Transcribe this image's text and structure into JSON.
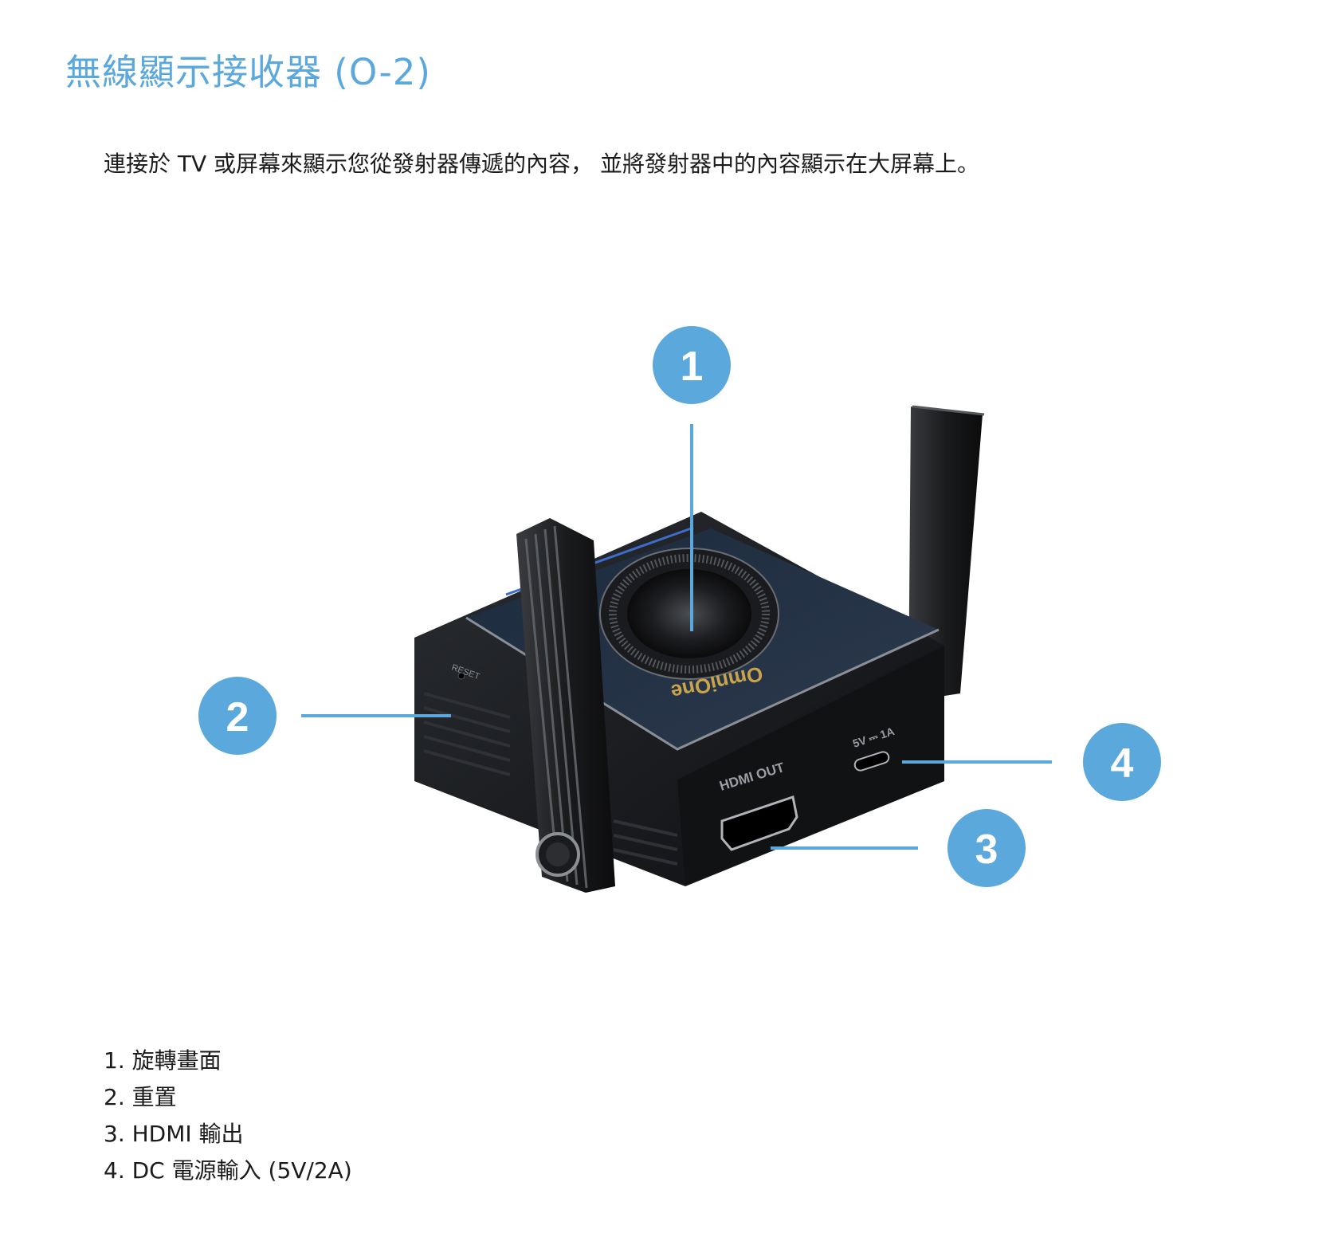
{
  "title": "無線顯示接收器 (O-2)",
  "description": "連接於 TV 或屏幕來顯示您從發射器傳遞的內容， 並將發射器中的內容顯示在大屏幕上。",
  "callouts": [
    "1",
    "2",
    "3",
    "4"
  ],
  "device": {
    "brand_logo": "OmniOne",
    "reset_label": "RESET",
    "hdmi_label": "HDMI OUT",
    "power_label": "5V ⎓ 1A"
  },
  "features": [
    "1. 旋轉畫面",
    "2. 重置",
    "3. HDMI 輸出",
    "4. DC 電源輸入 (5V/2A)"
  ],
  "colors": {
    "accent": "#5aa8dc",
    "text": "#1b1b1b"
  }
}
